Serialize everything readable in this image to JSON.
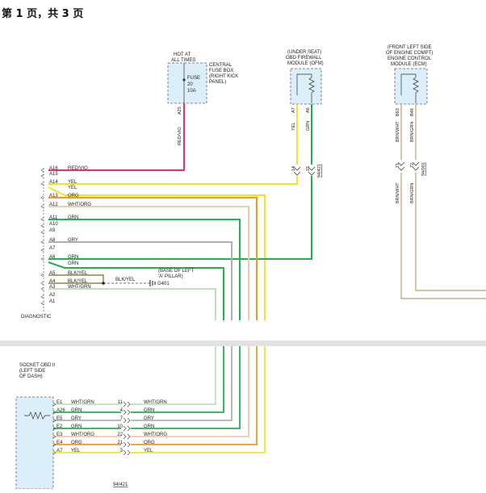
{
  "header": {
    "page_indicator": "第 1 页，共 3 页"
  },
  "top": {
    "fuse_box": {
      "hot_at": [
        "HOT AT",
        "ALL TIMES"
      ],
      "central": [
        "CENTRAL",
        "FUSE BOX",
        "(RIGHT KICK",
        "PANEL)"
      ],
      "fuse": [
        "FUSE",
        "20",
        "10A"
      ],
      "pin": "A25",
      "wire": "RED/VIO"
    },
    "ofm": {
      "title": [
        "(UNDER SEAT)",
        "OBD FIREWALL",
        "MODULE (OFM)"
      ],
      "pins": [
        "A7",
        "A6"
      ],
      "wires": [
        "YEL",
        "GRN"
      ],
      "conn": [
        "14",
        "15"
      ],
      "ref": "94/421"
    },
    "ecm": {
      "title": [
        "(FRONT LEFT SIDE",
        "OF ENGINE COMPT)",
        "ENGINE CONTROL",
        "MODULE (ECM)"
      ],
      "pins": [
        "B63",
        "B46"
      ],
      "wires": [
        "BRN/WHT",
        "BRN/GRN"
      ],
      "conn": [
        "71",
        "72"
      ],
      "ref": "94/001",
      "wires_lower": [
        "BRN/WHT",
        "BRN/GRN"
      ]
    },
    "diagnostic_rows": [
      {
        "pin": "A16",
        "wire": "RED/VIO"
      },
      {
        "pin": "A15",
        "wire": ""
      },
      {
        "pin": "A14",
        "wire": "YEL"
      },
      {
        "pin": "",
        "wire": "YEL"
      },
      {
        "pin": "A13",
        "wire": "ORG"
      },
      {
        "pin": "A12",
        "wire": "WHT/ORG"
      },
      {
        "pin": "A11",
        "wire": "GRN"
      },
      {
        "pin": "A10",
        "wire": ""
      },
      {
        "pin": "A9",
        "wire": ""
      },
      {
        "pin": "A8",
        "wire": "GRY"
      },
      {
        "pin": "A7",
        "wire": ""
      },
      {
        "pin": "A6",
        "wire": "GRN"
      },
      {
        "pin": "",
        "wire": "GRN"
      },
      {
        "pin": "A5",
        "wire": "BLK/YEL"
      },
      {
        "pin": "A4",
        "wire": "BLK/YEL"
      },
      {
        "pin": "A3",
        "wire": "WHT/GRN"
      },
      {
        "pin": "A2",
        "wire": ""
      },
      {
        "pin": "A1",
        "wire": ""
      }
    ],
    "ground": {
      "wire": "BLK/YEL",
      "location": [
        "(BASE OF LEFT",
        "'A' PILLAR)"
      ],
      "id": "G401"
    },
    "diagnostic_label": "DIAGNOSTIC"
  },
  "bottom": {
    "socket_title": [
      "SOCKET OBD II",
      "(LEFT SIDE",
      "OF DASH)"
    ],
    "rows": [
      {
        "pin": "E1",
        "wire": "WHT/GRN",
        "conn": "11",
        "out": "WHT/GRN"
      },
      {
        "pin": "A26",
        "wire": "GRN",
        "conn": "4",
        "out": "GRN"
      },
      {
        "pin": "E5",
        "wire": "GRY",
        "conn": "7",
        "out": "GRY"
      },
      {
        "pin": "E2",
        "wire": "GRN",
        "conn": "10",
        "out": "GRN"
      },
      {
        "pin": "E3",
        "wire": "WHT/ORG",
        "conn": "22",
        "out": "WHT/ORG"
      },
      {
        "pin": "E4",
        "wire": "ORG",
        "conn": "21",
        "out": "ORG"
      },
      {
        "pin": "A7",
        "wire": "YEL",
        "conn": "3",
        "out": "YEL"
      }
    ],
    "ref": "94/421"
  },
  "colors": {
    "red_vio": "#e8306a",
    "yel": "#f2e32a",
    "org": "#f39a1e",
    "wht_org": "#f2c9a6",
    "grn": "#22b24c",
    "gry": "#b0b0b0",
    "wht_grn": "#bfe3b8",
    "blk_yel": "#7a6a1a",
    "brn": "#b9a26a",
    "module": "#dbeefa"
  }
}
